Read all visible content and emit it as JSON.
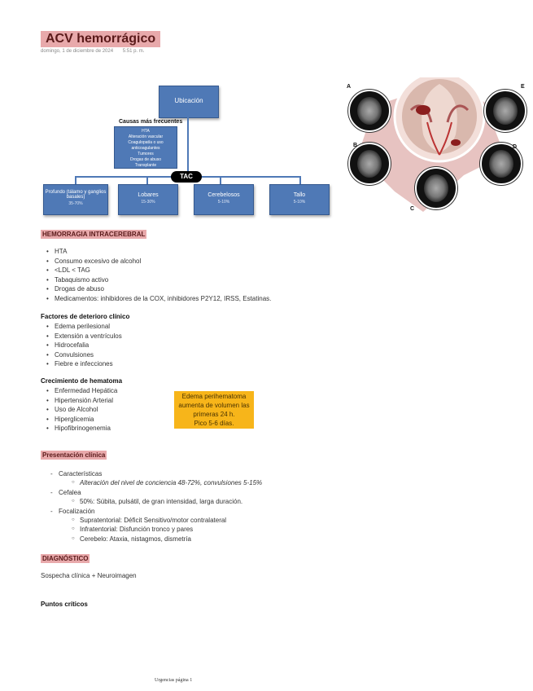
{
  "title": "ACV hemorrágico",
  "meta": {
    "date": "domingo, 1 de diciembre de 2024",
    "time": "5:51 p. m."
  },
  "diagram": {
    "top_box": "Ubicación",
    "causes_title": "Causas más frecuentes",
    "causes": [
      "HTA",
      "Alteración vascular",
      "Coagulopatía o uso anticoagulantes",
      "Tumores",
      "Drogas de abuso",
      "Transplante"
    ],
    "tac_label": "TAC",
    "locations": [
      {
        "label": "Profundo (tálamo y ganglios basales)",
        "pct": "35-70%"
      },
      {
        "label": "Lobares",
        "pct": "15-30%"
      },
      {
        "label": "Cerebelosos",
        "pct": "5-10%"
      },
      {
        "label": "Tallo",
        "pct": "5-10%"
      }
    ]
  },
  "brain_figure": {
    "letters": [
      "A",
      "B",
      "C",
      "D",
      "E"
    ]
  },
  "hemorragia": {
    "heading": "HEMORRAGIA INTRACEREBRAL",
    "items": [
      "HTA",
      "Consumo excesivo de alcohol",
      "<LDL < TAG",
      "Tabaquismo activo",
      "Drogas de abuso",
      "Medicamentos: inhibidores de la COX, inhibidores P2Y12, IRSS, Estatinas."
    ]
  },
  "deterioro": {
    "heading": "Factores de deterioro clínico",
    "items": [
      "Edema perilesional",
      "Extensión a ventrículos",
      "Hidrocefalia",
      "Convulsiones",
      "Fiebre e infecciones"
    ]
  },
  "crecimiento": {
    "heading": "Crecimiento de hematoma",
    "items": [
      "Enfermedad Hepática",
      "Hipertensión Arterial",
      "Uso de Alcohol",
      "Hiperglicemia",
      "Hipofibrinogenemia"
    ]
  },
  "note": {
    "lines": [
      "Edema perihematoma",
      "aumenta de volumen las",
      "primeras 24 h.",
      "Pico 5-6 días."
    ],
    "color": "#f7b51a"
  },
  "presentacion": {
    "heading": "Presentación clínica",
    "caracteristicas": "Características",
    "caracteristicas_sub": "Alteración del nivel de conciencia 48-72%, convulsiones 5-15%",
    "cefalea": "Cefalea",
    "cefalea_sub": "50%: Súbita, pulsátil, de gran intensidad, larga duración.",
    "focalizacion": "Focalización",
    "focalizacion_sub": [
      "Supratentorial: Déficit Sensitivo/motor contralateral",
      "Infratentorial:  Disfunción tronco y pares",
      "Cerebelo: Ataxia, nistagmos, dismetría"
    ]
  },
  "diagnostico": {
    "heading": "DIAGNÓSTICO",
    "text": "Sospecha clínica + Neuroimagen"
  },
  "puntos": {
    "heading": "Puntos críticos"
  },
  "footer": "Urgencias página 1",
  "colors": {
    "highlight": "#e8a9ab",
    "box_blue": "#4f79b6",
    "note_yellow": "#f7b51a"
  }
}
